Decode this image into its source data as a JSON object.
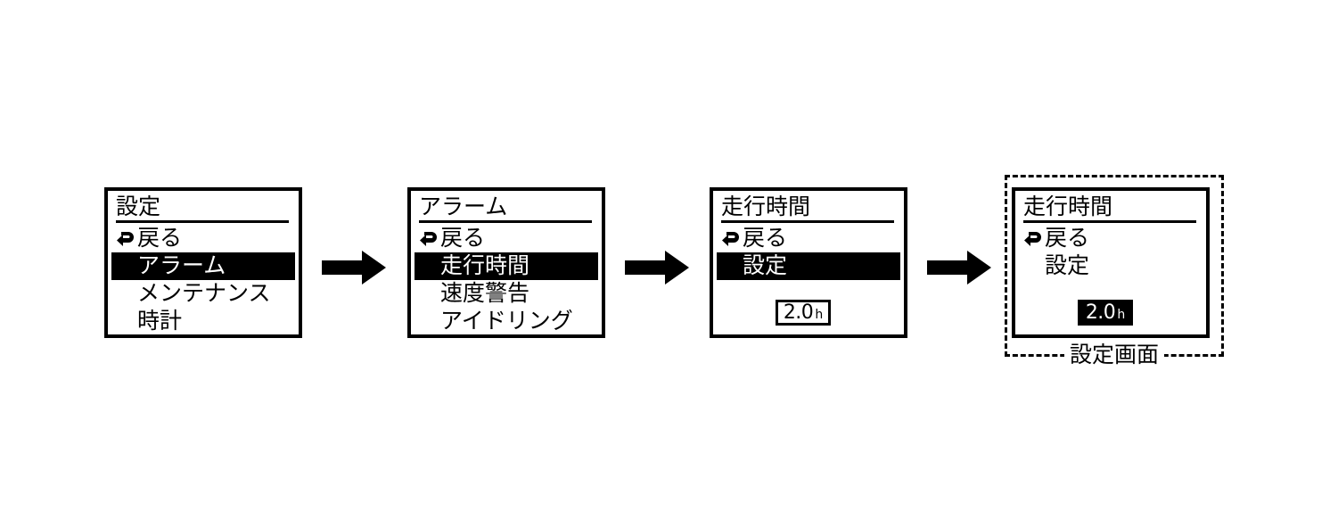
{
  "diagram": {
    "type": "menu-navigation-flow",
    "device": "LCD instrument display",
    "background_color": "#ffffff",
    "ink_color": "#000000",
    "back_icon": "return-arrow-icon"
  },
  "screens": [
    {
      "id": "settings",
      "title": "設定",
      "items": [
        {
          "label": "戻る",
          "icon": "return-arrow-icon",
          "selected": false
        },
        {
          "label": "アラーム",
          "icon": null,
          "selected": true
        },
        {
          "label": "メンテナンス",
          "icon": null,
          "selected": false
        },
        {
          "label": "時計",
          "icon": null,
          "selected": false
        }
      ],
      "value": null,
      "dashed_group": null
    },
    {
      "id": "alarm",
      "title": "アラーム",
      "items": [
        {
          "label": "戻る",
          "icon": "return-arrow-icon",
          "selected": false
        },
        {
          "label": "走行時間",
          "icon": null,
          "selected": true
        },
        {
          "label": "速度警告",
          "icon": null,
          "selected": false
        },
        {
          "label": "アイドリング",
          "icon": null,
          "selected": false
        }
      ],
      "value": null,
      "dashed_group": null
    },
    {
      "id": "drive-time",
      "title": "走行時間",
      "items": [
        {
          "label": "戻る",
          "icon": "return-arrow-icon",
          "selected": false
        },
        {
          "label": "設定",
          "icon": null,
          "selected": true
        }
      ],
      "value": {
        "number": "2.0",
        "unit": "h",
        "style": "boxed"
      },
      "dashed_group": null
    },
    {
      "id": "drive-time-edit",
      "title": "走行時間",
      "items": [
        {
          "label": "戻る",
          "icon": "return-arrow-icon",
          "selected": false
        },
        {
          "label": "設定",
          "icon": null,
          "selected": false
        }
      ],
      "value": {
        "number": "2.0",
        "unit": "h",
        "style": "inverted"
      },
      "dashed_group": {
        "caption": "設定画面"
      }
    }
  ],
  "arrows": [
    {
      "id": "arrow-1",
      "from": "settings",
      "to": "alarm",
      "direction": "right"
    },
    {
      "id": "arrow-2",
      "from": "alarm",
      "to": "drive-time",
      "direction": "right"
    },
    {
      "id": "arrow-3",
      "from": "drive-time",
      "to": "drive-time-edit",
      "direction": "right"
    }
  ]
}
